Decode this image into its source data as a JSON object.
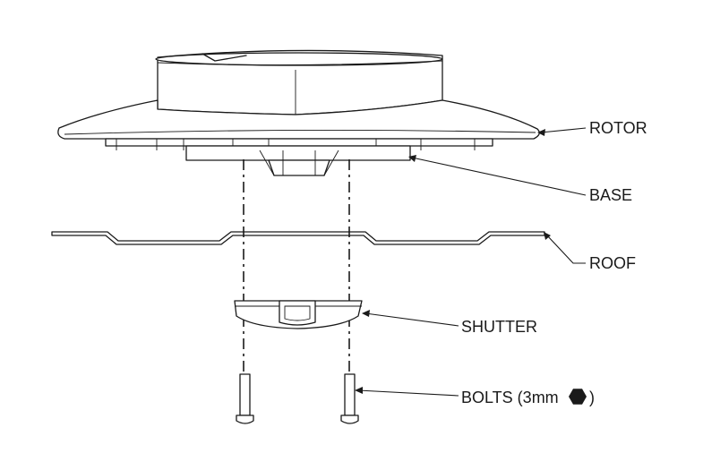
{
  "labels": {
    "rotor": "ROTOR",
    "base": "BASE",
    "roof": "ROOF",
    "shutter": "SHUTTER",
    "bolts_prefix": "BOLTS (3mm",
    "bolts_suffix": ")"
  },
  "icons": {
    "bolt_head": "hex-icon"
  },
  "colors": {
    "line": "#1a1a1a",
    "background": "#ffffff"
  }
}
